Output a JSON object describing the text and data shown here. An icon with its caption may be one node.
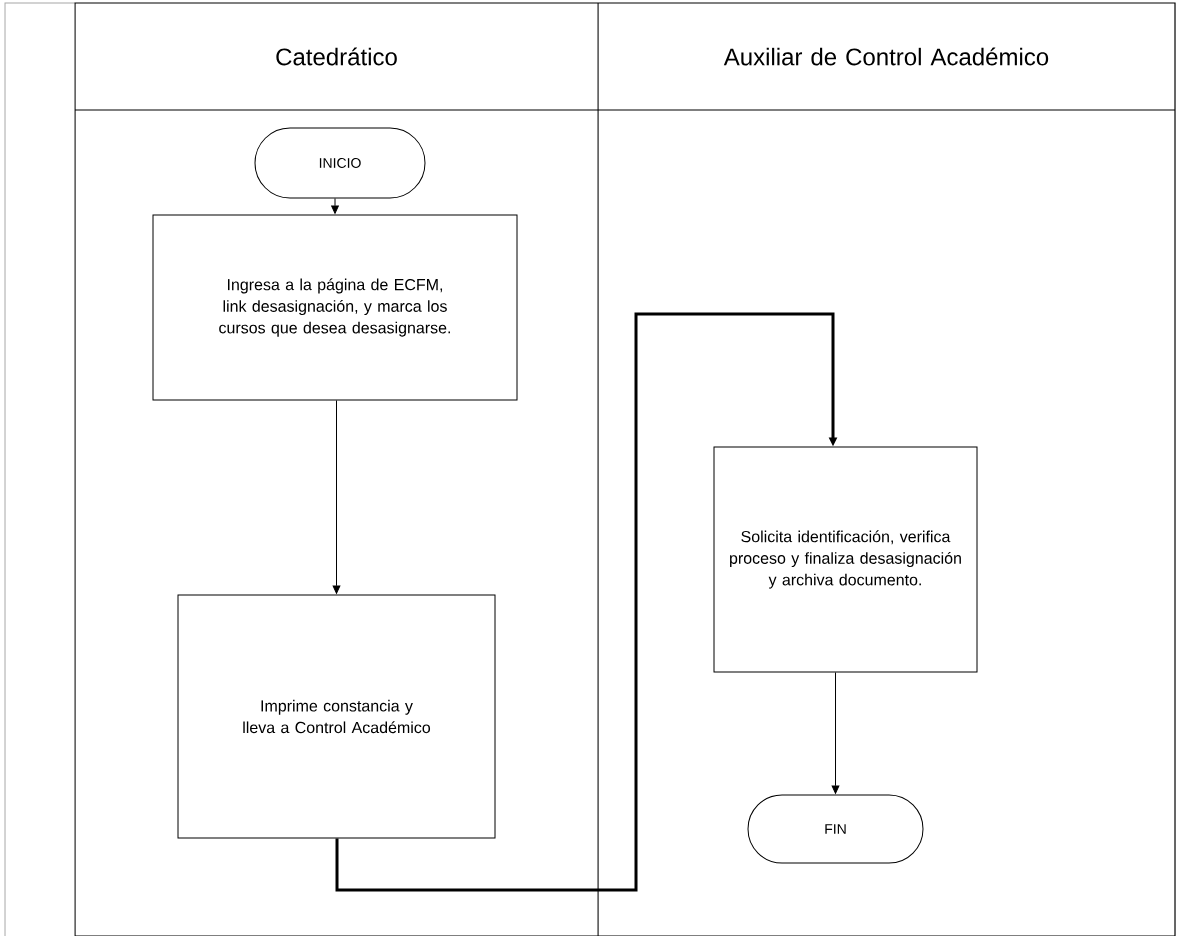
{
  "diagram": {
    "nodes": [
      {
        "text": [
          "Catedrático"
        ]
      },
      {
        "text": [
          "Auxiliar de Control Académico"
        ]
      },
      {
        "text": [
          "INICIO"
        ]
      },
      {
        "text": [
          "Ingresa a la página de ECFM, link desasignación, y marca los cursos que desea desasignarse."
        ]
      },
      {
        "text": [
          "Imprime constancia y lleva a Control Académico"
        ]
      },
      {
        "text": [
          "Solicita identificación, verifica proceso y finaliza desasignación y archiva documento."
        ]
      },
      {
        "text": [
          "FIN"
        ]
      }
    ],
    "edges": [
      {
        "from": 2,
        "to": 3,
        "arrow": "to"
      },
      {
        "from": 3,
        "to": 4,
        "arrow": "to"
      },
      {
        "from": 4,
        "to": 5,
        "arrow": "to",
        "style": "thick"
      },
      {
        "from": 5,
        "to": 6,
        "arrow": "to"
      }
    ]
  }
}
